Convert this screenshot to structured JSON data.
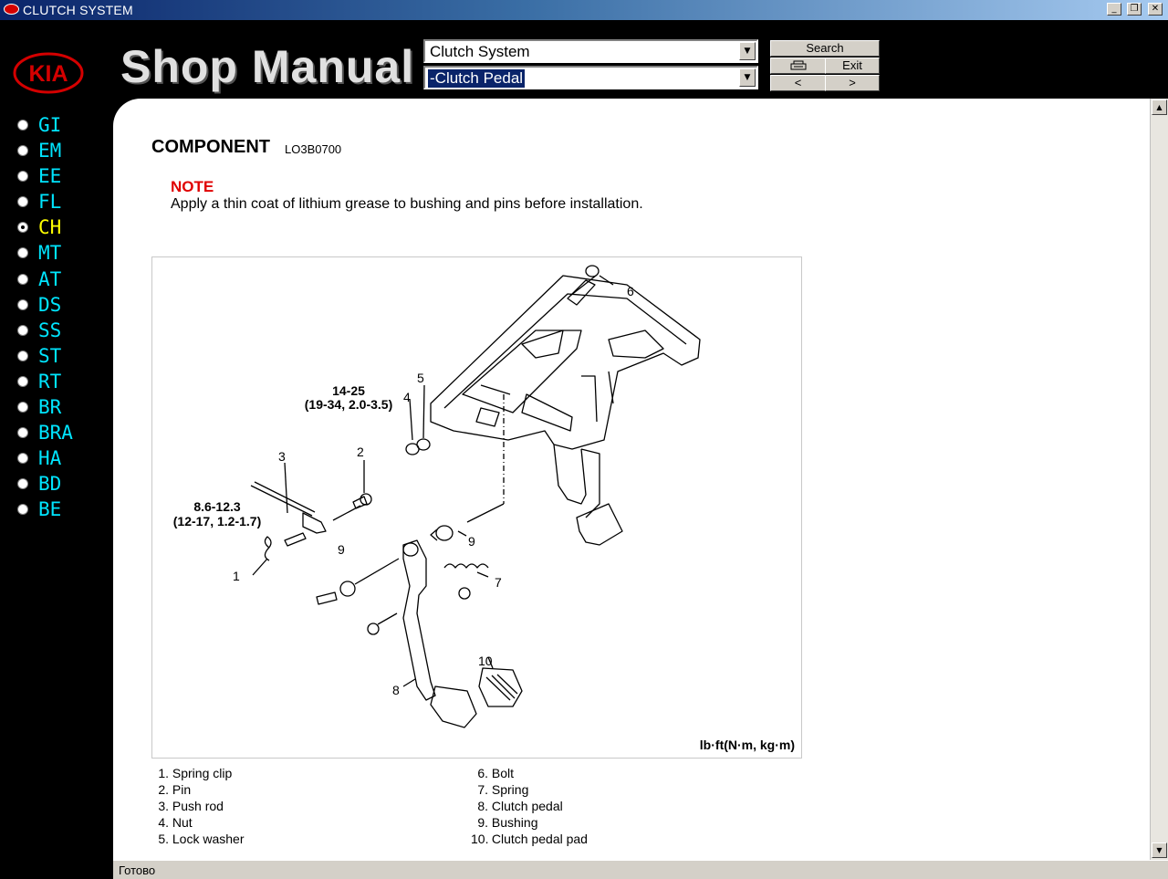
{
  "window": {
    "title": "CLUTCH SYSTEM",
    "controls": {
      "minimize": "_",
      "restore": "❐",
      "close": "✕"
    }
  },
  "header": {
    "logo_text": "KIA",
    "brand_title": "Shop Manual",
    "section_select": {
      "value": "Clutch System"
    },
    "topic_select": {
      "value": "-Clutch Pedal"
    },
    "buttons": {
      "search": "Search",
      "print_icon": "printer-icon",
      "exit": "Exit",
      "prev": "<",
      "next": ">"
    }
  },
  "sidebar": {
    "items": [
      {
        "code": "GI",
        "selected": false
      },
      {
        "code": "EM",
        "selected": false
      },
      {
        "code": "EE",
        "selected": false
      },
      {
        "code": "FL",
        "selected": false
      },
      {
        "code": "CH",
        "selected": true
      },
      {
        "code": "MT",
        "selected": false
      },
      {
        "code": "AT",
        "selected": false
      },
      {
        "code": "DS",
        "selected": false
      },
      {
        "code": "SS",
        "selected": false
      },
      {
        "code": "ST",
        "selected": false
      },
      {
        "code": "RT",
        "selected": false
      },
      {
        "code": "BR",
        "selected": false
      },
      {
        "code": "BRA",
        "selected": false
      },
      {
        "code": "HA",
        "selected": false
      },
      {
        "code": "BD",
        "selected": false
      },
      {
        "code": "BE",
        "selected": false
      }
    ]
  },
  "document": {
    "heading": "COMPONENT",
    "doc_id": "LO3B0700",
    "note_title": "NOTE",
    "note_text": "Apply a thin coat of lithium grease to bushing and pins before installation.",
    "figure": {
      "callouts": [
        "1",
        "2",
        "3",
        "4",
        "5",
        "6",
        "7",
        "8",
        "9",
        "9",
        "10"
      ],
      "torque_a_line1": "14-25",
      "torque_a_line2": "(19-34, 2.0-3.5)",
      "torque_b_line1": "8.6-12.3",
      "torque_b_line2": "(12-17, 1.2-1.7)",
      "units": "lb·ft(N·m, kg·m)"
    },
    "legend_left": [
      {
        "num": "1.",
        "name": "Spring clip"
      },
      {
        "num": "2.",
        "name": "Pin"
      },
      {
        "num": "3.",
        "name": "Push rod"
      },
      {
        "num": "4.",
        "name": "Nut"
      },
      {
        "num": "5.",
        "name": "Lock washer"
      }
    ],
    "legend_right": [
      {
        "num": "6.",
        "name": "Bolt"
      },
      {
        "num": "7.",
        "name": "Spring"
      },
      {
        "num": "8.",
        "name": "Clutch pedal"
      },
      {
        "num": "9.",
        "name": "Bushing"
      },
      {
        "num": "10.",
        "name": "Clutch pedal pad"
      }
    ]
  },
  "statusbar": {
    "text": "Готово"
  },
  "colors": {
    "nav_text": "#00e5ff",
    "nav_active": "#ffff00",
    "note_red": "#e00000",
    "title_gradient_start": "#0a246a"
  }
}
